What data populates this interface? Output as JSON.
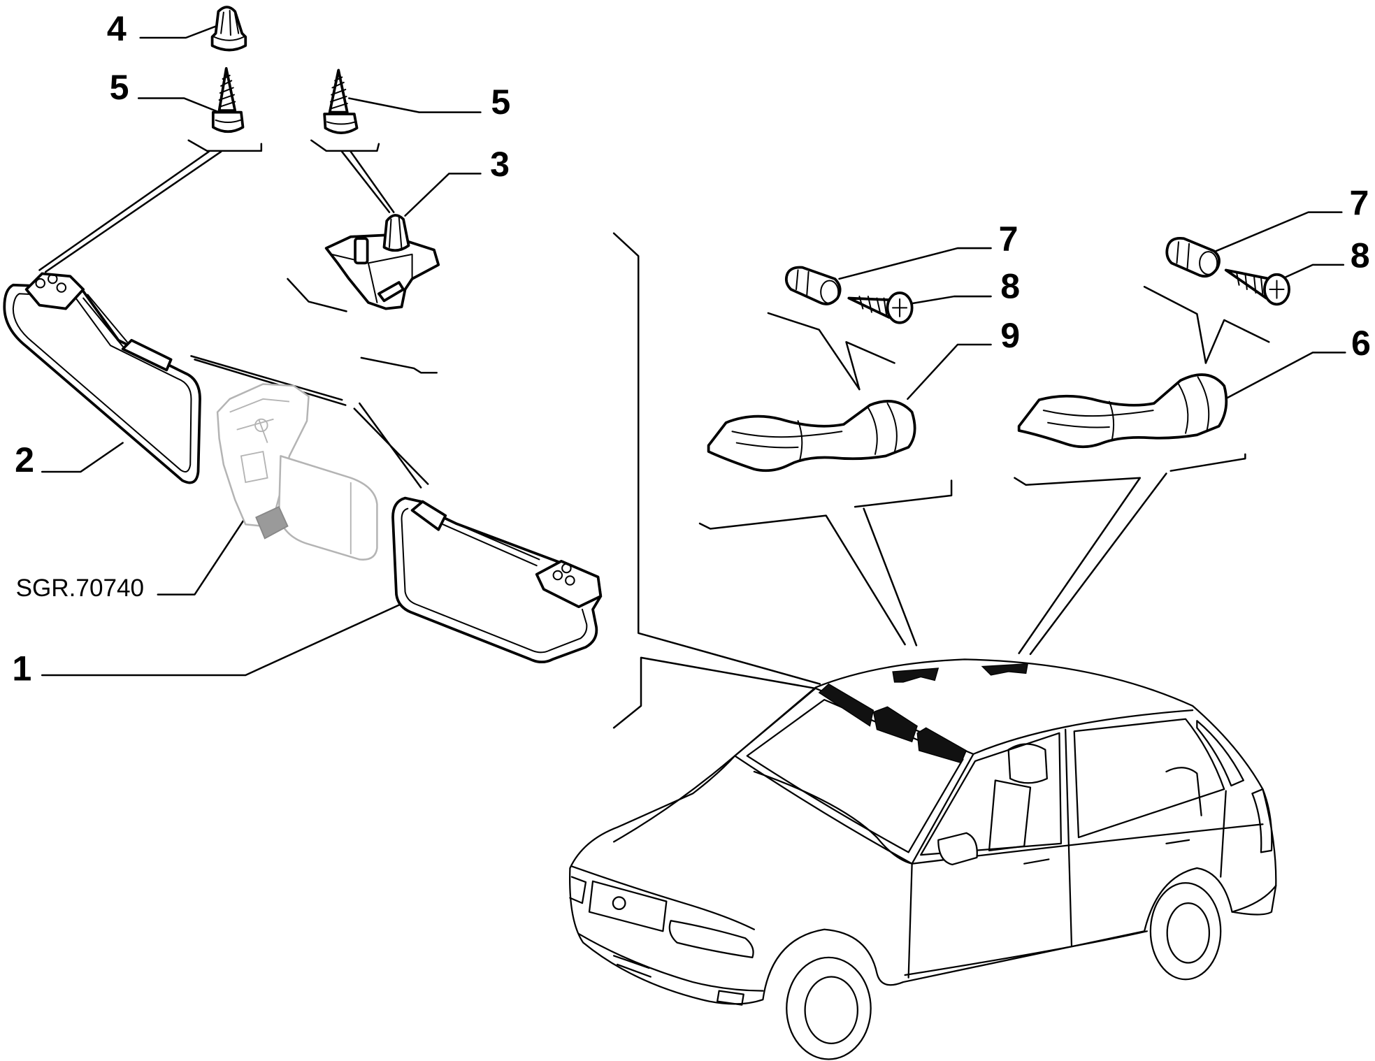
{
  "callouts": {
    "part_1": "1",
    "part_2": "2",
    "part_3": "3",
    "part_4": "4",
    "part_5_left": "5",
    "part_5_right": "5",
    "part_6": "6",
    "part_7_left": "7",
    "part_7_right": "7",
    "part_8_left": "8",
    "part_8_right": "8",
    "part_9": "9",
    "reference_code": "SGR.70740"
  }
}
